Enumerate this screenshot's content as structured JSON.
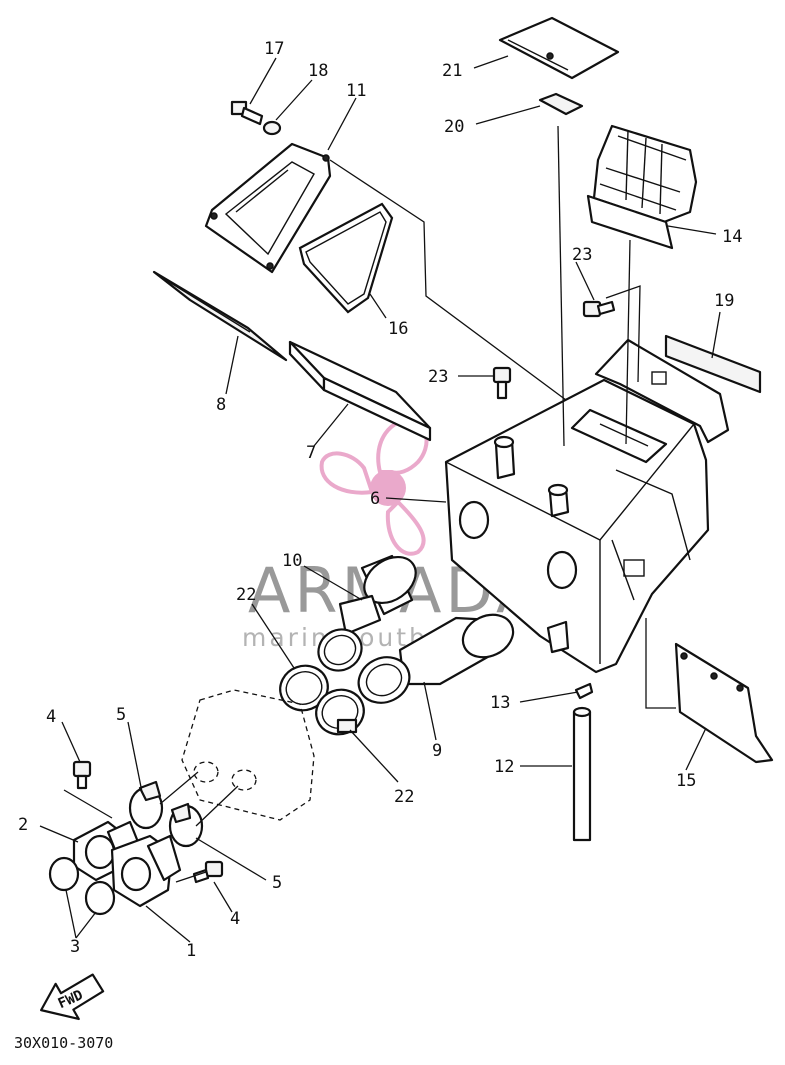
{
  "diagram": {
    "code": "30X010-3070",
    "fwd_label": "FWD",
    "watermark": {
      "brand": "ARMADA",
      "tagline": "marine outboards",
      "logo_color": "#e79bc3",
      "text_color": "#777777"
    },
    "callouts": {
      "c1": "1",
      "c2": "2",
      "c3": "3",
      "c4a": "4",
      "c4b": "4",
      "c5a": "5",
      "c5b": "5",
      "c6": "6",
      "c7": "7",
      "c8": "8",
      "c9": "9",
      "c10": "10",
      "c11": "11",
      "c12": "12",
      "c13": "13",
      "c14": "14",
      "c15": "15",
      "c16": "16",
      "c17": "17",
      "c18": "18",
      "c19": "19",
      "c20": "20",
      "c21": "21",
      "c22a": "22",
      "c22b": "22",
      "c23a": "23",
      "c23b": "23"
    }
  }
}
